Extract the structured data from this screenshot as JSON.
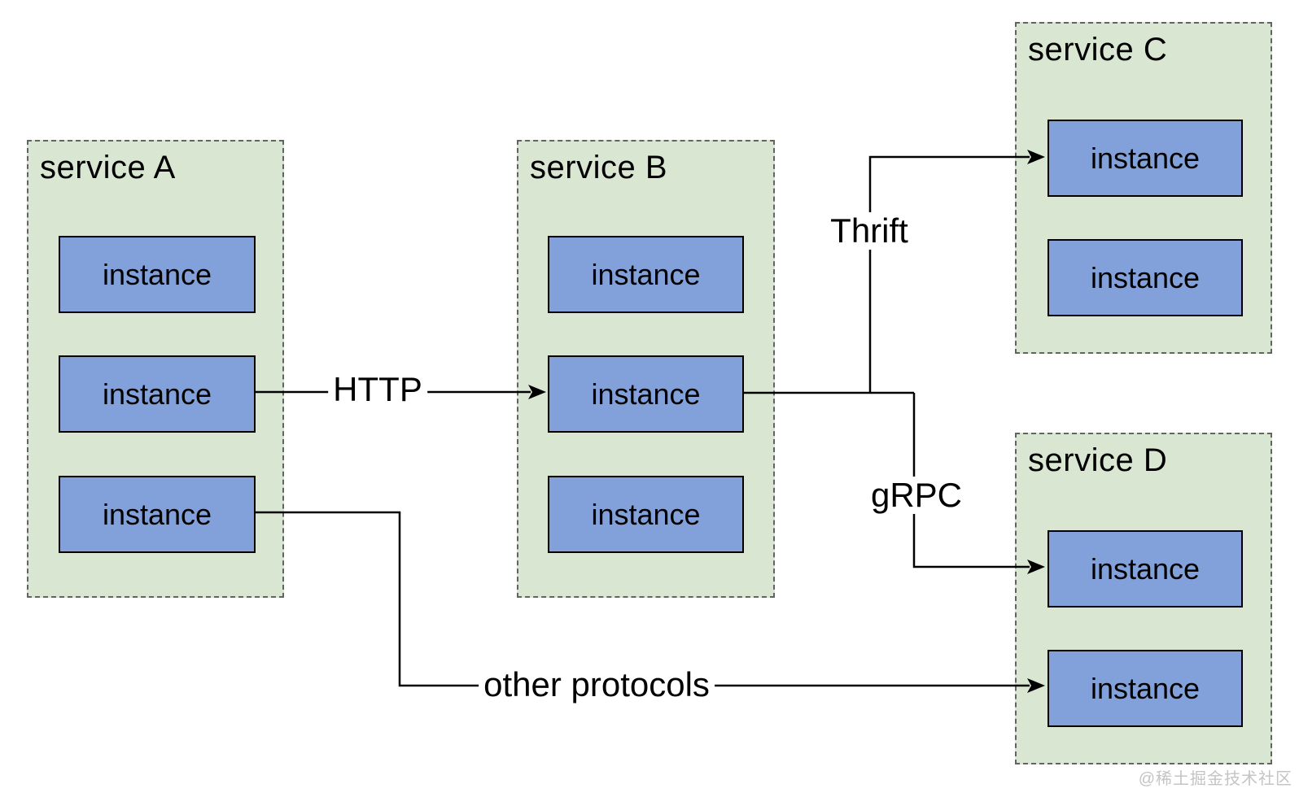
{
  "diagram": {
    "type": "service-topology",
    "services": [
      {
        "name": "service A",
        "instances": [
          "instance",
          "instance",
          "instance"
        ]
      },
      {
        "name": "service B",
        "instances": [
          "instance",
          "instance",
          "instance"
        ]
      },
      {
        "name": "service C",
        "instances": [
          "instance",
          "instance"
        ]
      },
      {
        "name": "service D",
        "instances": [
          "instance",
          "instance"
        ]
      }
    ],
    "edges": [
      {
        "label": "HTTP",
        "from": "service A / instance 2",
        "to": "service B / instance 2"
      },
      {
        "label": "Thrift",
        "from": "service B / instance 2",
        "to": "service C / instance 1"
      },
      {
        "label": "gRPC",
        "from": "service B / instance 2",
        "to": "service D / instance 1"
      },
      {
        "label": "other protocols",
        "from": "service A / instance 3",
        "to": "service D / instance 2"
      }
    ],
    "colors": {
      "service_fill": "#d9e6d2",
      "service_border": "#636363",
      "instance_fill": "#82a1da",
      "instance_border": "#000000",
      "connector": "#000000",
      "background": "#ffffff"
    }
  },
  "watermark": {
    "text": "@稀土掘金技术社区"
  }
}
